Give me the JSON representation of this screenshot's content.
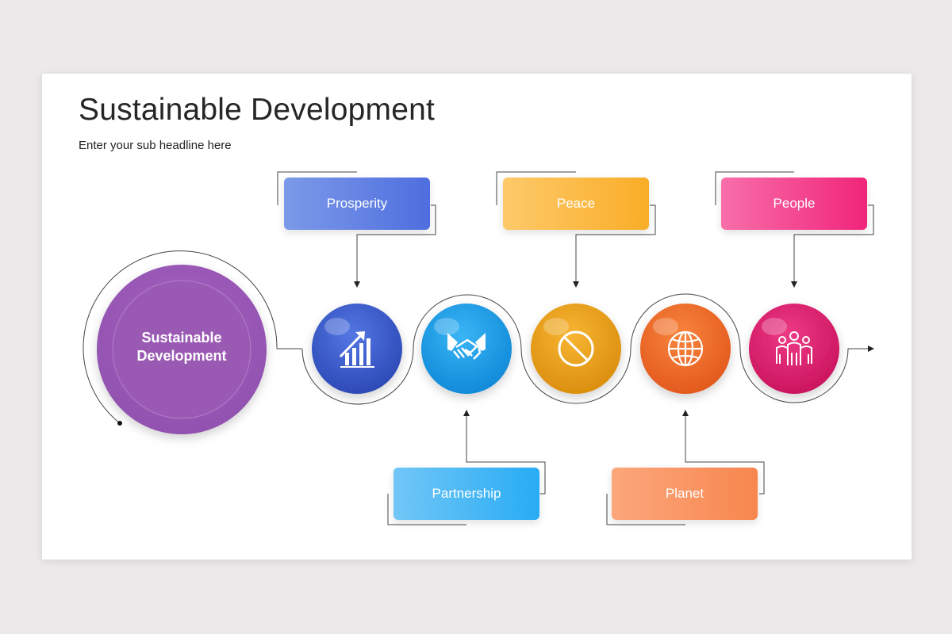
{
  "slide": {
    "title": "Sustainable Development",
    "subtitle": "Enter your sub headline here"
  },
  "center": {
    "line1": "Sustainable",
    "line2": "Development",
    "color": "#9d5fb8"
  },
  "nodes": [
    {
      "label": "Prosperity",
      "icon": "growth-chart-icon",
      "color": "#3f5fd0"
    },
    {
      "label": "Partnership",
      "icon": "handshake-icon",
      "color": "#1c9ee8"
    },
    {
      "label": "Peace",
      "icon": "prohibited-sign-icon",
      "color": "#f0a21c"
    },
    {
      "label": "Planet",
      "icon": "globe-icon",
      "color": "#f26a24"
    },
    {
      "label": "People",
      "icon": "people-group-icon",
      "color": "#e0206f"
    }
  ]
}
